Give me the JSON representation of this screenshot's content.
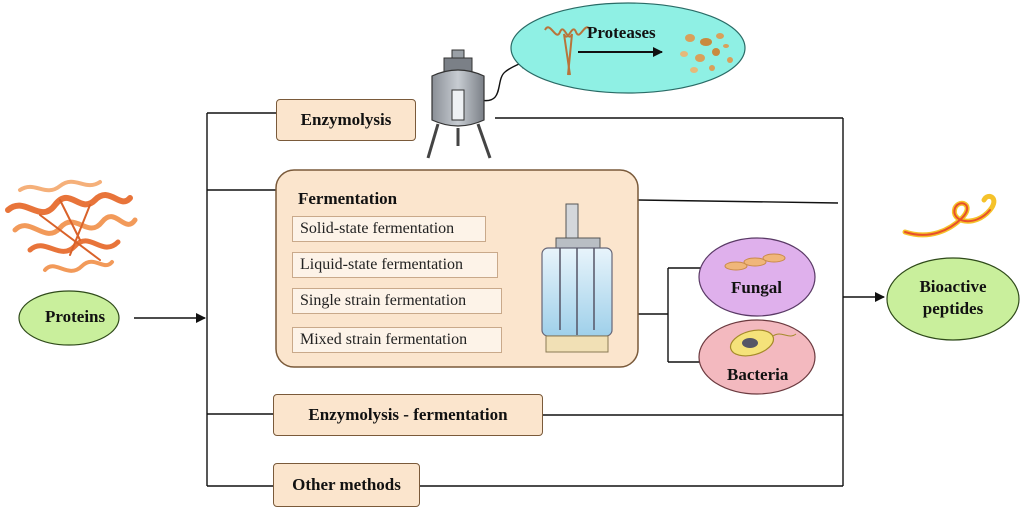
{
  "proteins": {
    "label": "Proteins"
  },
  "proteases": {
    "label": "Proteases"
  },
  "methods": {
    "enzymolysis": "Enzymolysis",
    "fermentation": {
      "title": "Fermentation",
      "types": [
        "Solid-state fermentation",
        "Liquid-state fermentation",
        "Single strain fermentation",
        "Mixed strain fermentation"
      ]
    },
    "enzymolysis_fermentation": "Enzymolysis - fermentation",
    "other": "Other methods"
  },
  "microbes": {
    "fungal": "Fungal",
    "bacteria": "Bacteria"
  },
  "product": {
    "line1": "Bioactive",
    "line2": "peptides"
  },
  "colors": {
    "box_fill": "#fbe5cd",
    "proteins_ellipse": "#c9ef9c",
    "bioactive_ellipse": "#c9ef9c",
    "proteases_ellipse": "#8ff0e4",
    "fungal_ellipse": "#dfb0ec",
    "bacteria_ellipse": "#f3b9bf"
  }
}
